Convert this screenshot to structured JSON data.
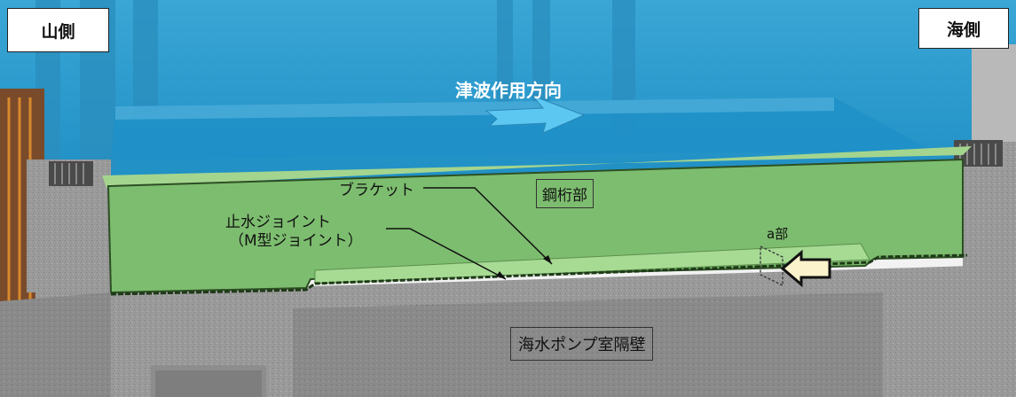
{
  "side_labels": {
    "mountain": "山側",
    "sea": "海側"
  },
  "annotations": {
    "tsunami_direction": "津波作用方向",
    "bracket": "ブラケット",
    "steel_girder": "鋼桁部",
    "waterstop_joint": "止水ジョイント",
    "m_type_joint": "（M型ジョイント）",
    "a_part": "a部",
    "partition_wall": "海水ポンプ室隔壁"
  },
  "colors": {
    "water": "#2d9fd0",
    "girder_green": "#7dbd6f",
    "bracket_green": "#9fd18c",
    "concrete": "#9b9b9b",
    "arrow_fill": "#fbf3cc"
  }
}
